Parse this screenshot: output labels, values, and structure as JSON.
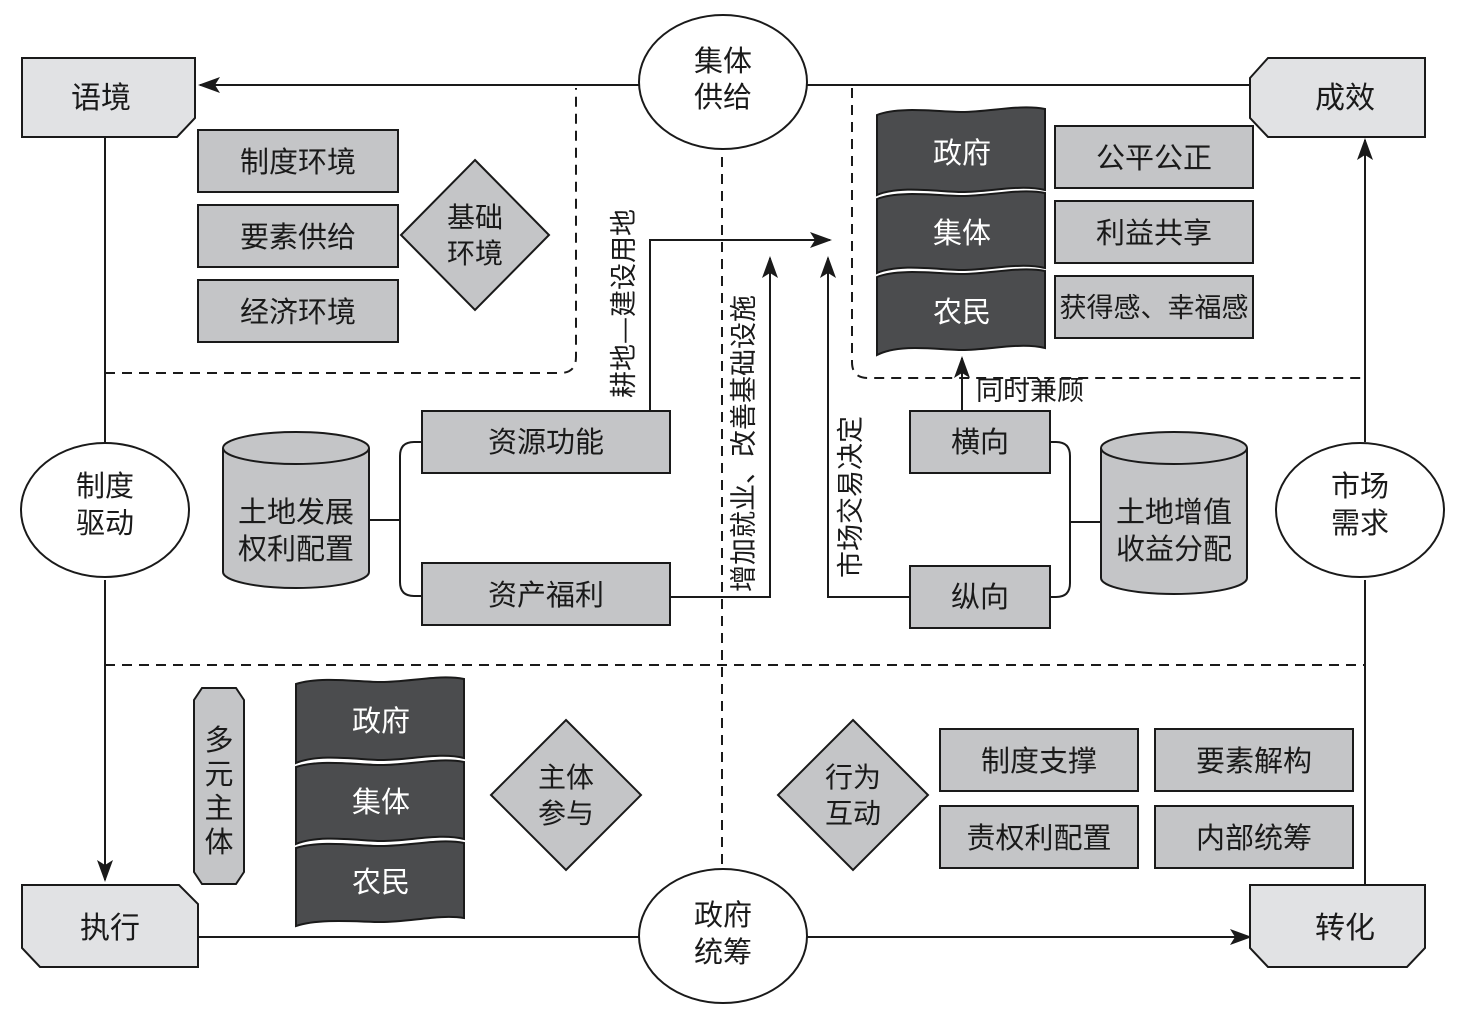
{
  "corners": {
    "context": "语境",
    "effect": "成效",
    "execution": "执行",
    "transformation": "转化"
  },
  "circles": {
    "collective_supply": [
      "集体",
      "供给"
    ],
    "institution_driven": [
      "制度",
      "驱动"
    ],
    "market_demand": [
      "市场",
      "需求"
    ],
    "government_coordination": [
      "政府",
      "统筹"
    ]
  },
  "context_items": [
    "制度环境",
    "要素供给",
    "经济环境"
  ],
  "basic_environment": [
    "基础",
    "环境"
  ],
  "effect_actors": [
    "政府",
    "集体",
    "农民"
  ],
  "effect_outcomes": [
    "公平公正",
    "利益共享",
    "获得感、幸福感"
  ],
  "land_rights": [
    "土地发展",
    "权利配置"
  ],
  "land_rights_branches": [
    "资源功能",
    "资产福利"
  ],
  "land_value": [
    "土地增值",
    "收益分配"
  ],
  "land_value_branches": [
    "横向",
    "纵向"
  ],
  "arrow_labels": {
    "farmland_to_construction": "耕地—建设用地",
    "employment_infrastructure": "增加就业、改善基础设施",
    "market_decision": "市场交易决定",
    "balance": "同时兼顾"
  },
  "multi_subject": [
    "多",
    "元",
    "主",
    "体"
  ],
  "subject_actors": [
    "政府",
    "集体",
    "农民"
  ],
  "subject_participation": [
    "主体",
    "参与"
  ],
  "behavior_interaction": [
    "行为",
    "互动"
  ],
  "transform_items": [
    "制度支撑",
    "要素解构",
    "责权利配置",
    "内部统筹"
  ],
  "colors": {
    "light_fill": "#c4c5c7",
    "dark_fill": "#4b4c4e",
    "corner_fill": "#e1e2e4",
    "stroke": "#1a1a1a"
  }
}
